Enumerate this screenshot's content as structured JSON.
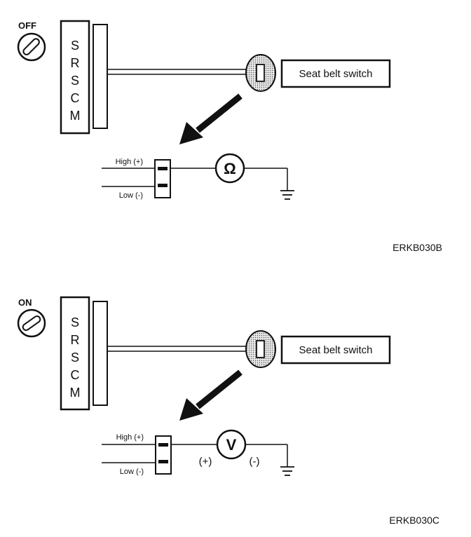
{
  "panels": [
    {
      "ignition_label": "OFF",
      "module_letters": [
        "S",
        "R",
        "S",
        "C",
        "M"
      ],
      "switch_label": "Seat belt switch",
      "high_label": "High (+)",
      "low_label": "Low (-)",
      "meter_symbol": "Ω",
      "meter_type": "ohmmeter",
      "figure_code": "ERKB030B"
    },
    {
      "ignition_label": "ON",
      "module_letters": [
        "S",
        "R",
        "S",
        "C",
        "M"
      ],
      "switch_label": "Seat belt switch",
      "high_label": "High (+)",
      "low_label": "Low (-)",
      "meter_symbol": "V",
      "meter_type": "voltmeter",
      "plus_label": "(+)",
      "minus_label": "(-)",
      "figure_code": "ERKB030C"
    }
  ]
}
